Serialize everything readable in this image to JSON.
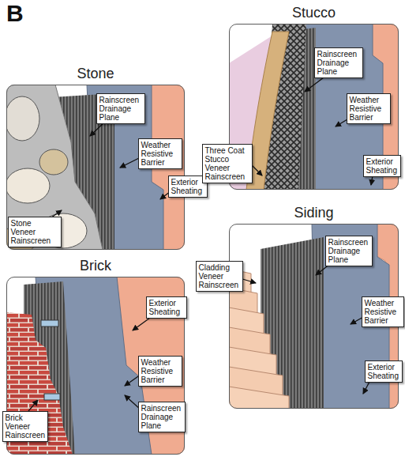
{
  "diagram": {
    "nodes": [
      {
        "text": [
          "Stone"
        ]
      },
      {
        "text": [
          "Rainscreen Drainage Plane"
        ],
        "in": 0
      },
      {
        "text": [
          "Weather Resistive Barrier"
        ],
        "in": 0
      },
      {
        "text": [
          "Exterior Sheating"
        ],
        "in": 0
      },
      {
        "text": [
          "Stone Veneer Rainscreen"
        ],
        "in": 0
      },
      {
        "text": [
          "Stucco"
        ]
      },
      {
        "text": [
          "Rainscreen Drainage Plane"
        ],
        "in": 5
      },
      {
        "text": [
          "Weather Resistive Barrier"
        ],
        "in": 5
      },
      {
        "text": [
          "Three Coat Stucco Veneer Rainscreen"
        ],
        "in": 5
      },
      {
        "text": [
          "Exterior Sheating"
        ],
        "in": 5
      },
      {
        "text": [
          "Brick"
        ]
      },
      {
        "text": [
          "Exterior Sheating"
        ],
        "in": 10
      },
      {
        "text": [
          "Weather Resistive Barrier"
        ],
        "in": 10
      },
      {
        "text": [
          "Rainscreen Drainage Plane"
        ],
        "in": 10
      },
      {
        "text": [
          "Brick Veneer Rainscreen"
        ],
        "in": 10
      },
      {
        "text": [
          "Siding"
        ]
      },
      {
        "text": [
          "Rainscreen Drainage Plane"
        ],
        "in": 15
      },
      {
        "text": [
          "Cladding Veneer Rainscreen"
        ],
        "in": 15
      },
      {
        "text": [
          "Weather Resistive Barrier"
        ],
        "in": 15
      },
      {
        "text": [
          "Exterior Sheating"
        ],
        "in": 15
      }
    ],
    "labels": [
      "B"
    ]
  }
}
